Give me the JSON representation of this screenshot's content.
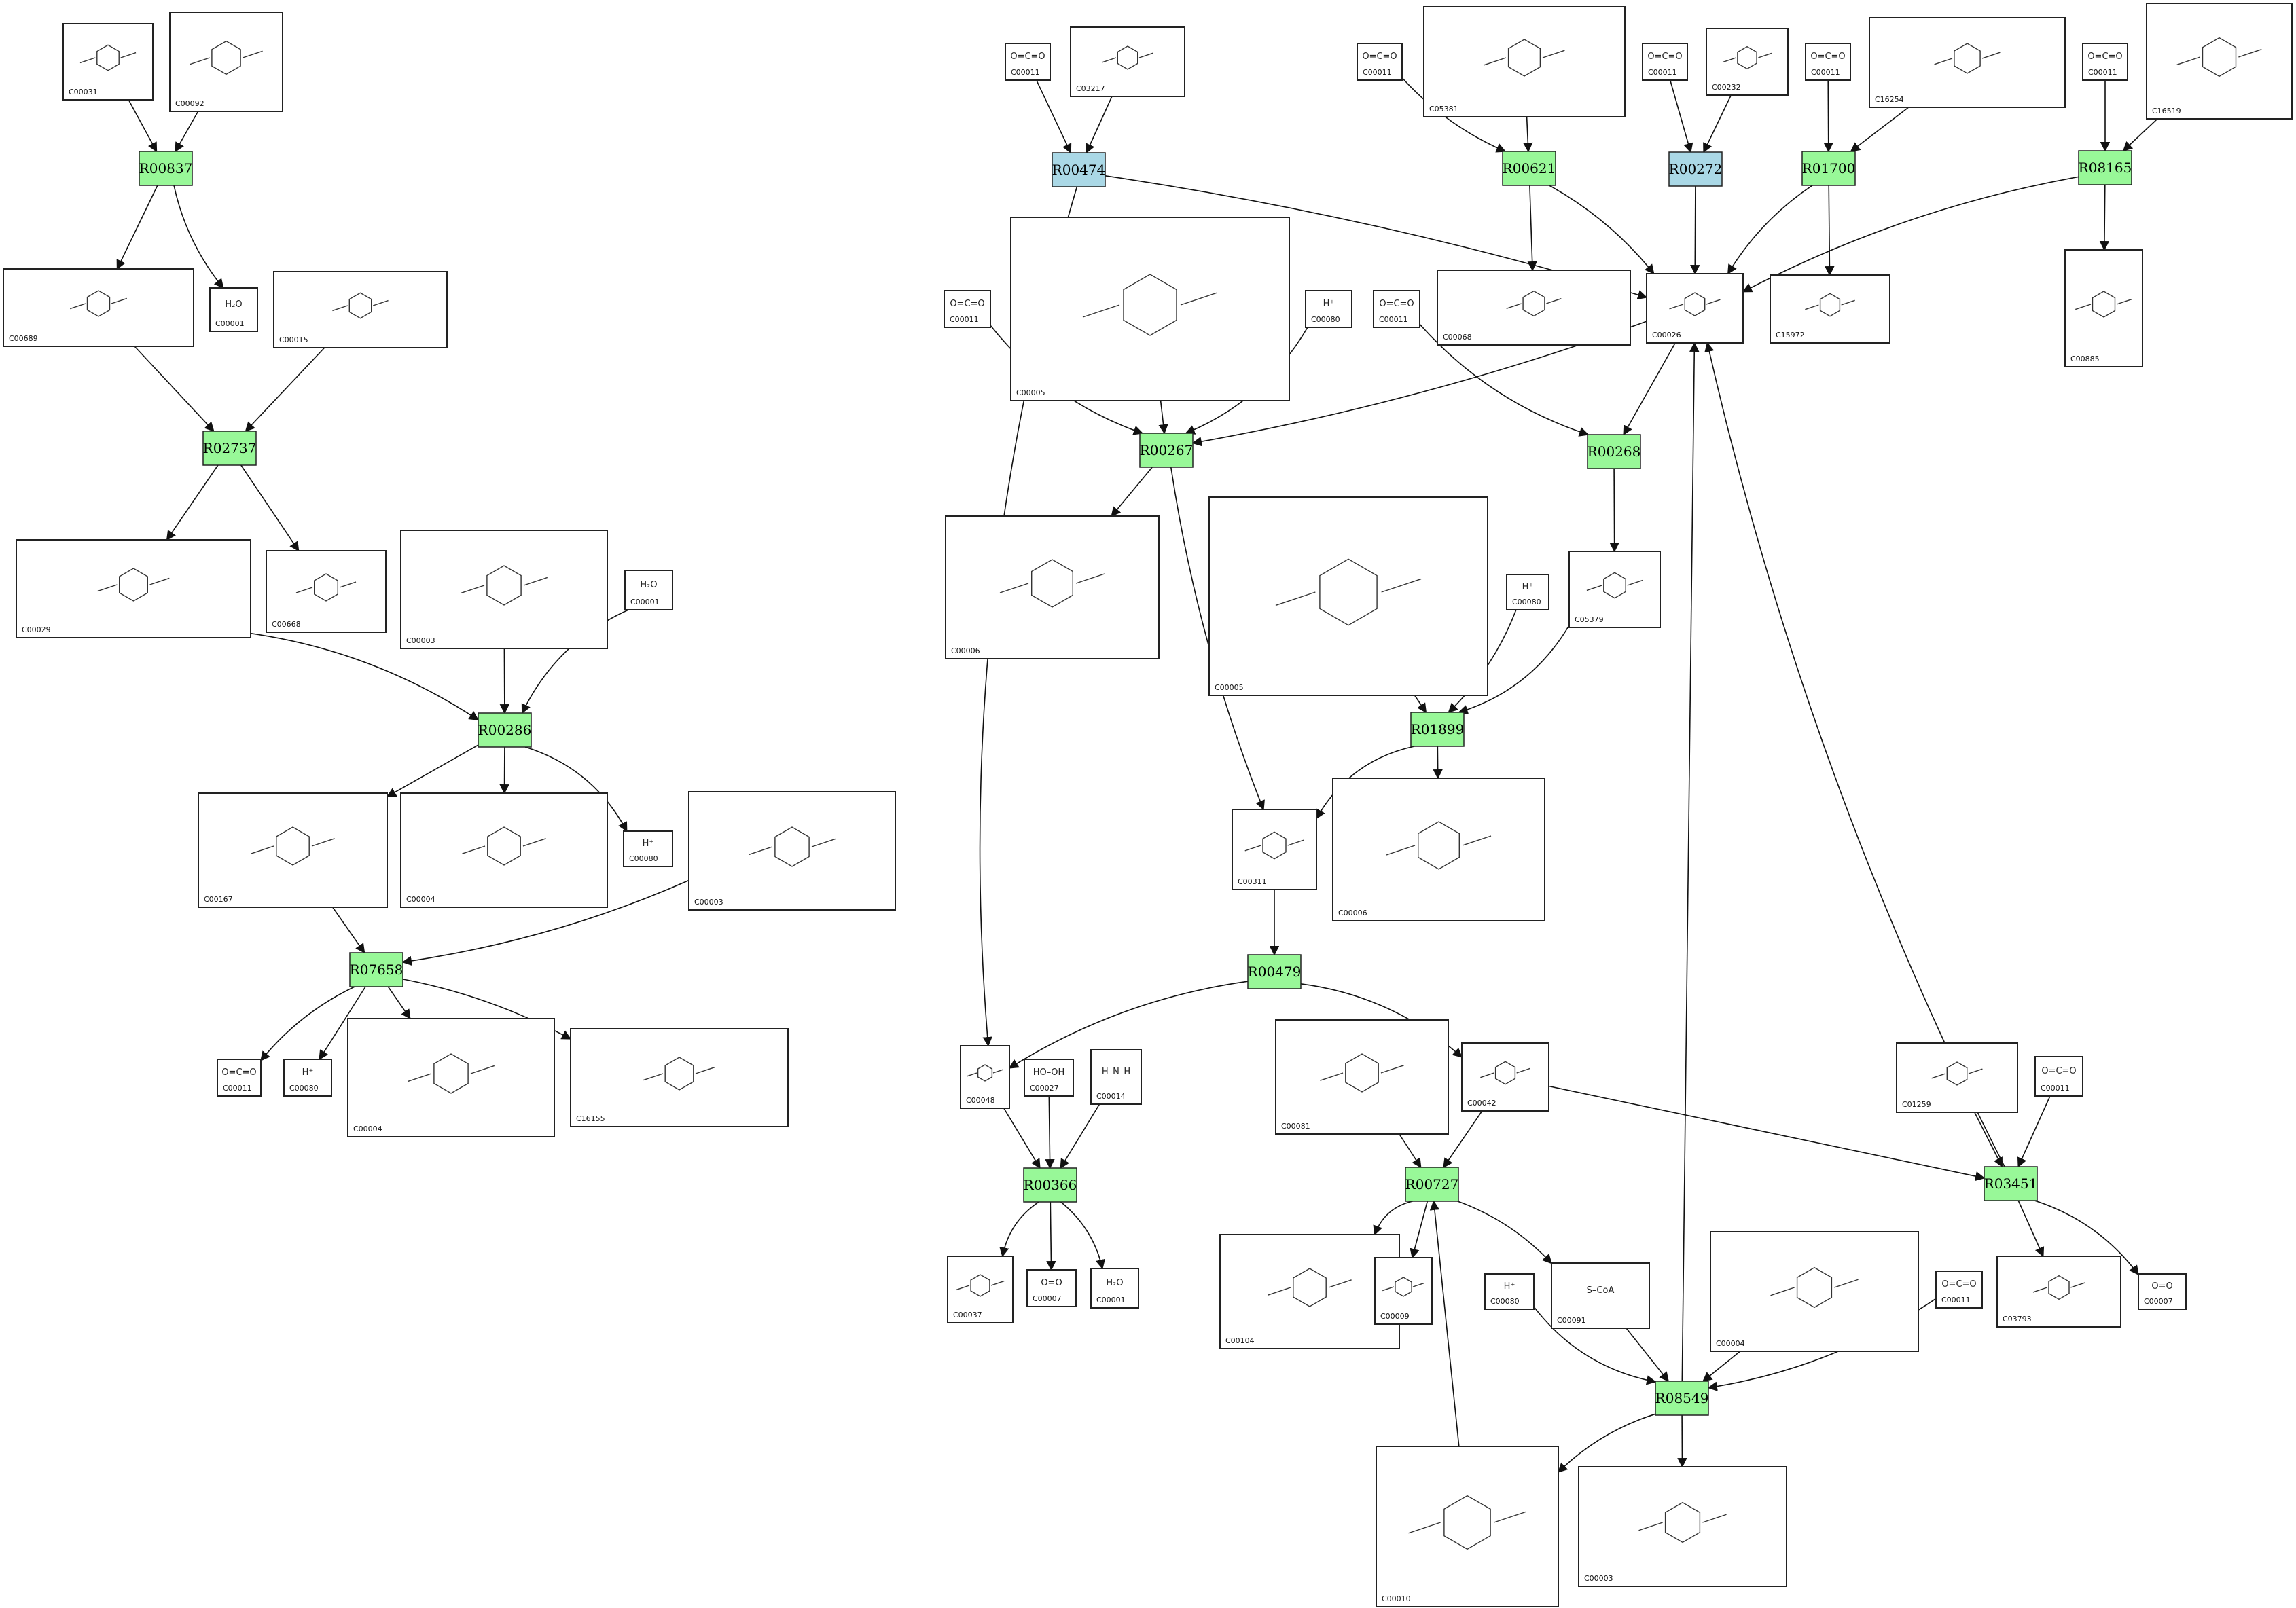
{
  "colors": {
    "reaction_green": "#98f898",
    "reaction_blue": "#aad8e6",
    "edge": "#111111",
    "background": "#ffffff"
  },
  "reactions": [
    {
      "id": "R00837",
      "color": "green"
    },
    {
      "id": "R02737",
      "color": "green"
    },
    {
      "id": "R00286",
      "color": "green"
    },
    {
      "id": "R07658",
      "color": "green"
    },
    {
      "id": "R00474",
      "color": "blue"
    },
    {
      "id": "R00267",
      "color": "green"
    },
    {
      "id": "R00621",
      "color": "green"
    },
    {
      "id": "R00272",
      "color": "blue"
    },
    {
      "id": "R01700",
      "color": "green"
    },
    {
      "id": "R08165",
      "color": "green"
    },
    {
      "id": "R00268",
      "color": "green"
    },
    {
      "id": "R01899",
      "color": "green"
    },
    {
      "id": "R00479",
      "color": "green"
    },
    {
      "id": "R00366",
      "color": "green"
    },
    {
      "id": "R00727",
      "color": "green"
    },
    {
      "id": "R03451",
      "color": "green"
    },
    {
      "id": "R08549",
      "color": "green"
    }
  ],
  "compounds": [
    {
      "key": "c1",
      "id": "C00031",
      "label": ""
    },
    {
      "key": "c2",
      "id": "C00092",
      "label": ""
    },
    {
      "key": "c3",
      "id": "C00689",
      "label": ""
    },
    {
      "key": "c4",
      "id": "C00001",
      "label": "H₂O"
    },
    {
      "key": "c5",
      "id": "C00015",
      "label": ""
    },
    {
      "key": "c6",
      "id": "C00029",
      "label": ""
    },
    {
      "key": "c7",
      "id": "C00668",
      "label": ""
    },
    {
      "key": "c8",
      "id": "C00003",
      "label": ""
    },
    {
      "key": "c9",
      "id": "C00001",
      "label": "H₂O"
    },
    {
      "key": "c10",
      "id": "C00167",
      "label": ""
    },
    {
      "key": "c11",
      "id": "C00004",
      "label": ""
    },
    {
      "key": "c12",
      "id": "C00080",
      "label": "H⁺"
    },
    {
      "key": "c13",
      "id": "C00003",
      "label": ""
    },
    {
      "key": "c14",
      "id": "C00011",
      "label": "O=C=O"
    },
    {
      "key": "c15",
      "id": "C00080",
      "label": "H⁺"
    },
    {
      "key": "c16",
      "id": "C00004",
      "label": ""
    },
    {
      "key": "c17",
      "id": "C16155",
      "label": ""
    },
    {
      "key": "c18",
      "id": "C00011",
      "label": "O=C=O"
    },
    {
      "key": "c19",
      "id": "C03217",
      "label": ""
    },
    {
      "key": "c20",
      "id": "C00011",
      "label": "O=C=O"
    },
    {
      "key": "c21",
      "id": "C05381",
      "label": ""
    },
    {
      "key": "c22",
      "id": "C00011",
      "label": "O=C=O"
    },
    {
      "key": "c23",
      "id": "C00232",
      "label": ""
    },
    {
      "key": "c24",
      "id": "C00011",
      "label": "O=C=O"
    },
    {
      "key": "c25",
      "id": "C16254",
      "label": ""
    },
    {
      "key": "c26",
      "id": "C00011",
      "label": "O=C=O"
    },
    {
      "key": "c27",
      "id": "C16519",
      "label": ""
    },
    {
      "key": "c28",
      "id": "C00005",
      "label": ""
    },
    {
      "key": "c29",
      "id": "C00011",
      "label": "O=C=O"
    },
    {
      "key": "c30",
      "id": "C00080",
      "label": "H⁺"
    },
    {
      "key": "c31",
      "id": "C00011",
      "label": "O=C=O"
    },
    {
      "key": "c32",
      "id": "C00068",
      "label": ""
    },
    {
      "key": "c33",
      "id": "C00026",
      "label": ""
    },
    {
      "key": "c34",
      "id": "C15972",
      "label": ""
    },
    {
      "key": "c35",
      "id": "C00885",
      "label": ""
    },
    {
      "key": "c36",
      "id": "C00006",
      "label": ""
    },
    {
      "key": "c37",
      "id": "C00005",
      "label": ""
    },
    {
      "key": "c38",
      "id": "C00080",
      "label": "H⁺"
    },
    {
      "key": "c39",
      "id": "C05379",
      "label": ""
    },
    {
      "key": "c40",
      "id": "C00311",
      "label": ""
    },
    {
      "key": "c41",
      "id": "C00006",
      "label": ""
    },
    {
      "key": "c42",
      "id": "C00048",
      "label": ""
    },
    {
      "key": "c43",
      "id": "C00027",
      "label": "HO–OH"
    },
    {
      "key": "c44",
      "id": "C00014",
      "label": "H–N–H"
    },
    {
      "key": "c45",
      "id": "C00081",
      "label": ""
    },
    {
      "key": "c46",
      "id": "C00042",
      "label": ""
    },
    {
      "key": "c47",
      "id": "C01259",
      "label": ""
    },
    {
      "key": "c48",
      "id": "C00011",
      "label": "O=C=O"
    },
    {
      "key": "c49",
      "id": "C00037",
      "label": ""
    },
    {
      "key": "c50",
      "id": "C00007",
      "label": "O=O"
    },
    {
      "key": "c51",
      "id": "C00001",
      "label": "H₂O"
    },
    {
      "key": "c52",
      "id": "C00104",
      "label": ""
    },
    {
      "key": "c53",
      "id": "C00009",
      "label": ""
    },
    {
      "key": "c54",
      "id": "C00080",
      "label": "H⁺"
    },
    {
      "key": "c55",
      "id": "C00091",
      "label": "S–CoA"
    },
    {
      "key": "c56",
      "id": "C00004",
      "label": ""
    },
    {
      "key": "c57",
      "id": "C00011",
      "label": "O=C=O"
    },
    {
      "key": "c58",
      "id": "C03793",
      "label": ""
    },
    {
      "key": "c59",
      "id": "C00007",
      "label": "O=O"
    },
    {
      "key": "c60",
      "id": "C00010",
      "label": ""
    },
    {
      "key": "c61",
      "id": "C00003",
      "label": ""
    }
  ]
}
